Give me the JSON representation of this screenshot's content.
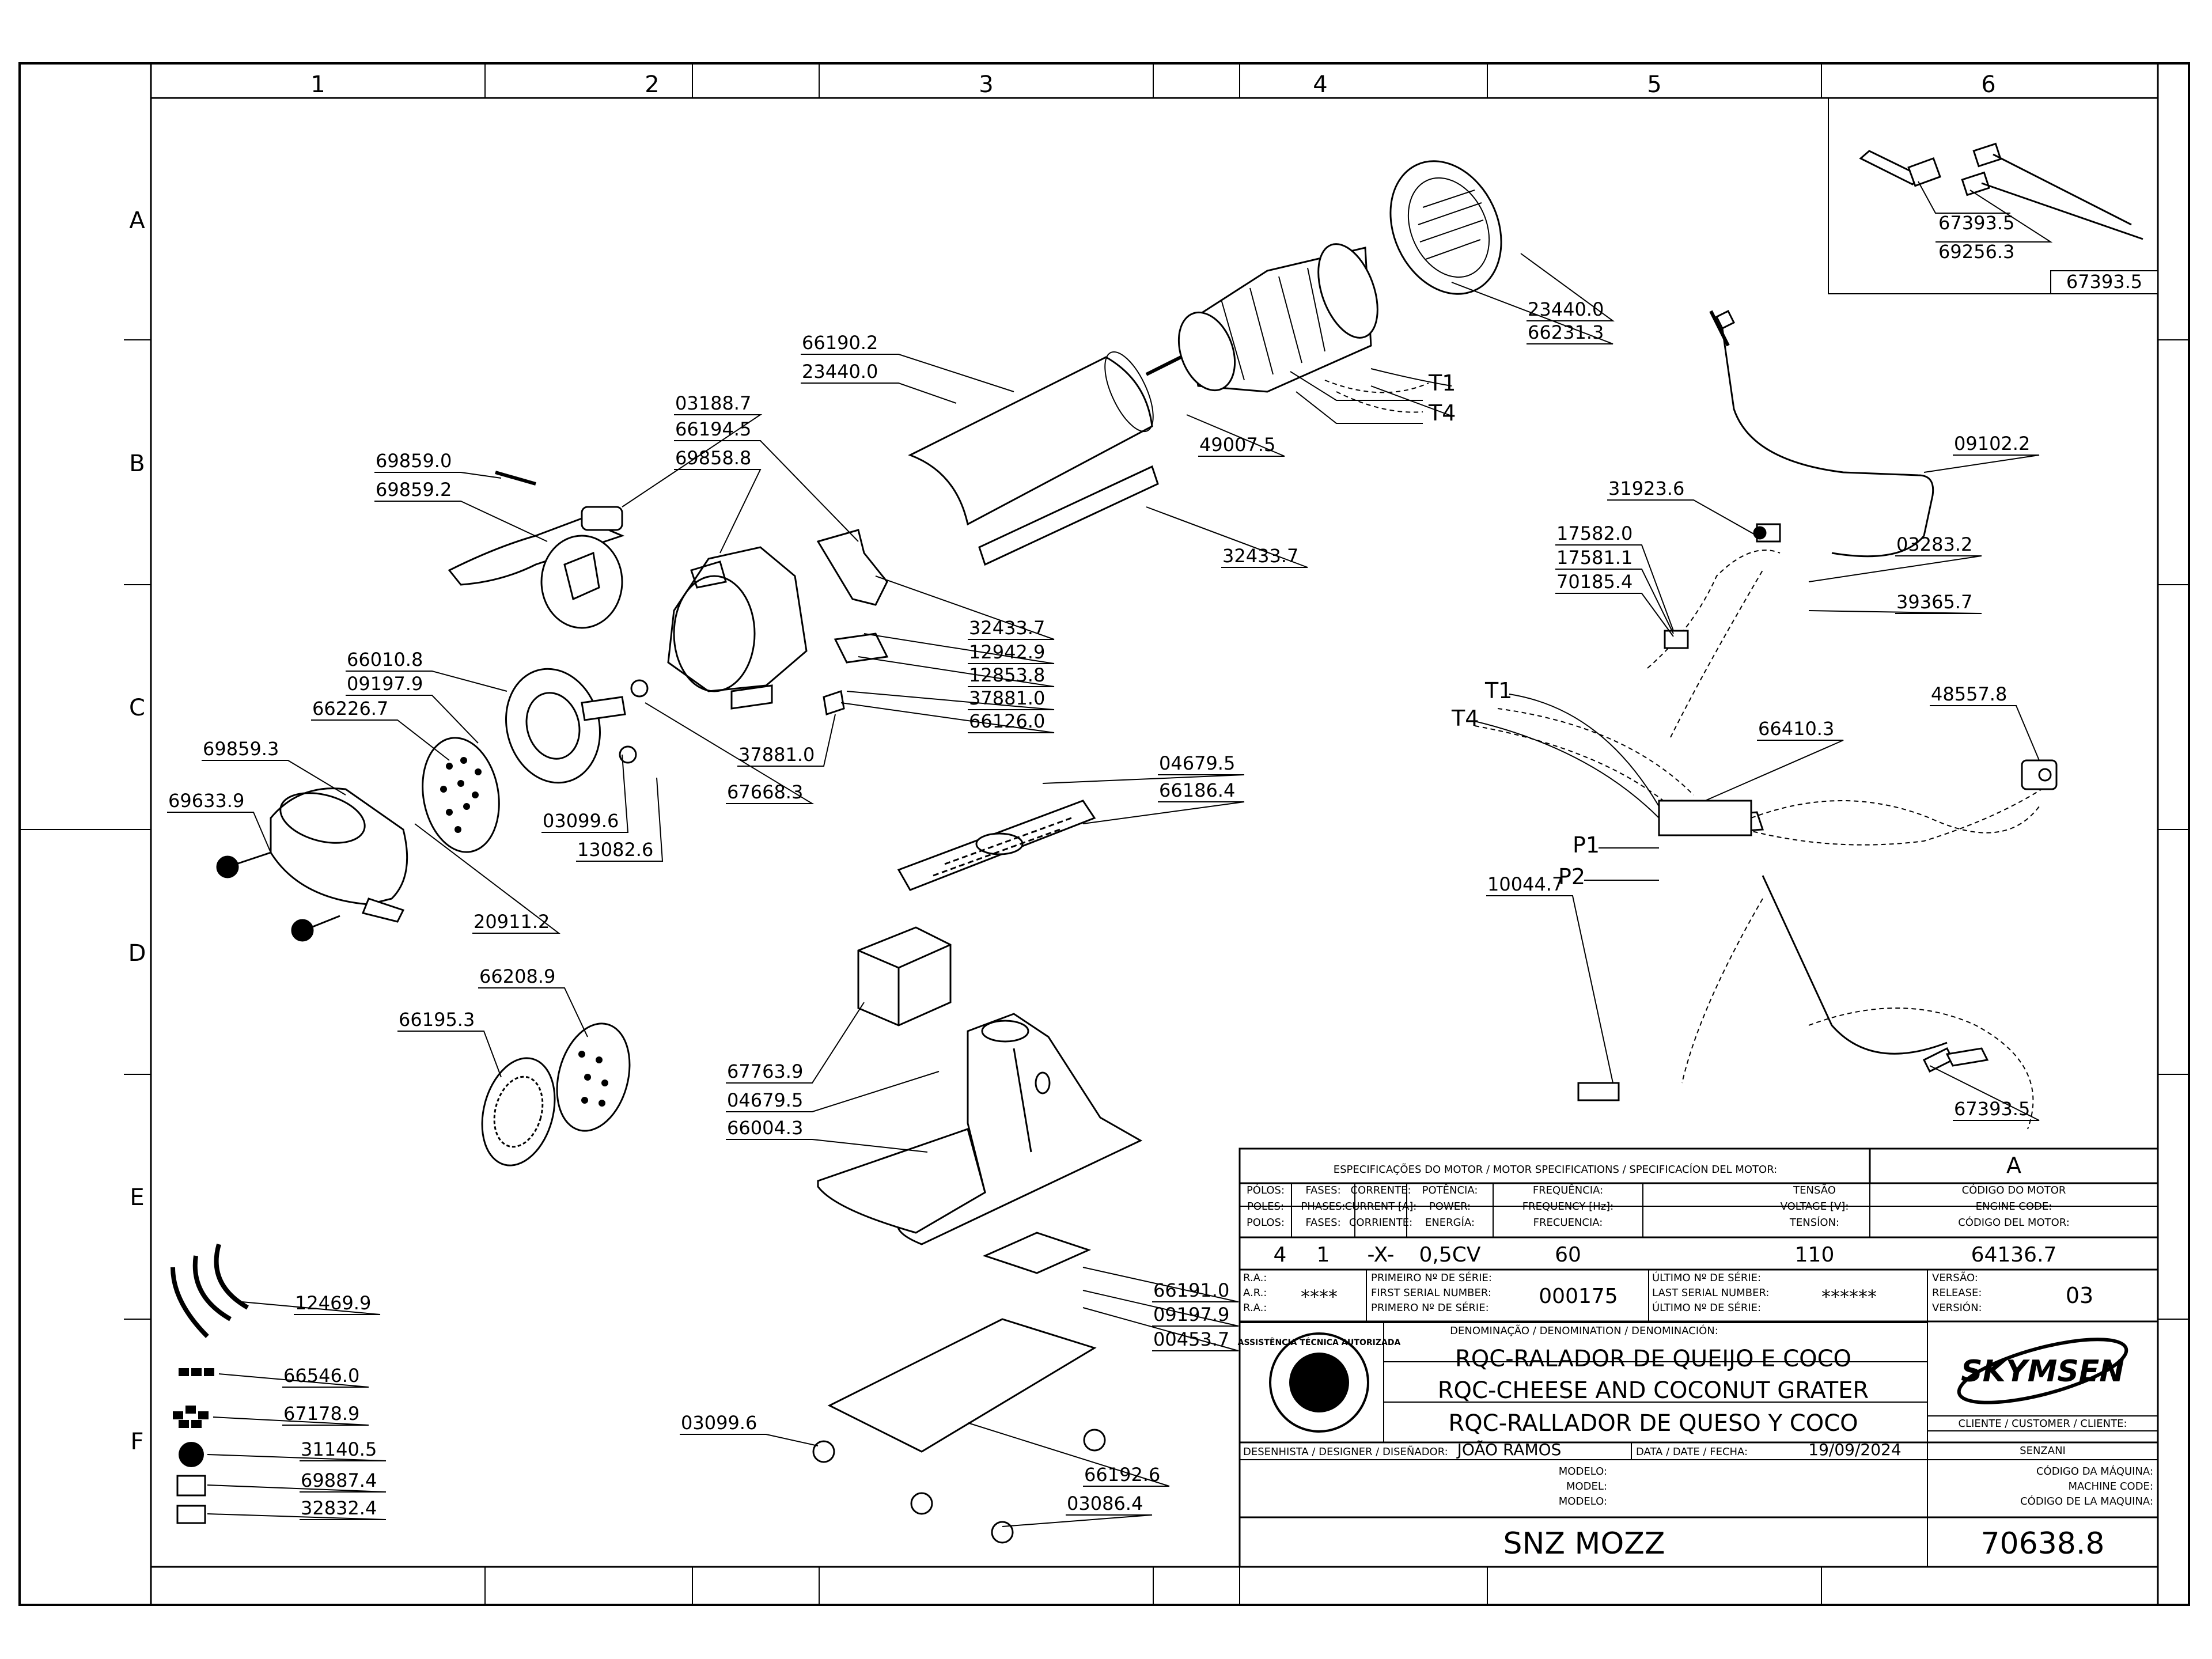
{
  "grid": {
    "columns": [
      "1",
      "2",
      "3",
      "4",
      "5",
      "6"
    ],
    "rows": [
      "A",
      "B",
      "C",
      "D",
      "E",
      "F"
    ]
  },
  "inset": {
    "parts": [
      "67393.5",
      "69256.3"
    ],
    "ref": "67393.5"
  },
  "parts": [
    {
      "id": "p01",
      "text": "66190.2"
    },
    {
      "id": "p02",
      "text": "23440.0"
    },
    {
      "id": "p03",
      "text": "03188.7"
    },
    {
      "id": "p04",
      "text": "66194.5"
    },
    {
      "id": "p05",
      "text": "69858.8"
    },
    {
      "id": "p06",
      "text": "69859.0"
    },
    {
      "id": "p07",
      "text": "69859.2"
    },
    {
      "id": "p08",
      "text": "32433.7"
    },
    {
      "id": "p09",
      "text": "32433.7"
    },
    {
      "id": "p10",
      "text": "12942.9"
    },
    {
      "id": "p11",
      "text": "12853.8"
    },
    {
      "id": "p12",
      "text": "37881.0"
    },
    {
      "id": "p13",
      "text": "66126.0"
    },
    {
      "id": "p14",
      "text": "37881.0"
    },
    {
      "id": "p15",
      "text": "67668.3"
    },
    {
      "id": "p16",
      "text": "66010.8"
    },
    {
      "id": "p17",
      "text": "09197.9"
    },
    {
      "id": "p18",
      "text": "66226.7"
    },
    {
      "id": "p19",
      "text": "69859.3"
    },
    {
      "id": "p20",
      "text": "69633.9"
    },
    {
      "id": "p21",
      "text": "03099.6"
    },
    {
      "id": "p22",
      "text": "13082.6"
    },
    {
      "id": "p23",
      "text": "20911.2"
    },
    {
      "id": "p24",
      "text": "23440.0"
    },
    {
      "id": "p25",
      "text": "66231.3"
    },
    {
      "id": "p26",
      "text": "T1"
    },
    {
      "id": "p27",
      "text": "T4"
    },
    {
      "id": "p28",
      "text": "49007.5"
    },
    {
      "id": "p29",
      "text": "04679.5"
    },
    {
      "id": "p30",
      "text": "66186.4"
    },
    {
      "id": "p31",
      "text": "66208.9"
    },
    {
      "id": "p32",
      "text": "66195.3"
    },
    {
      "id": "p33",
      "text": "67763.9"
    },
    {
      "id": "p34",
      "text": "04679.5"
    },
    {
      "id": "p35",
      "text": "66004.3"
    },
    {
      "id": "p36",
      "text": "66191.0"
    },
    {
      "id": "p37",
      "text": "09197.9"
    },
    {
      "id": "p38",
      "text": "00453.7"
    },
    {
      "id": "p39",
      "text": "03099.6"
    },
    {
      "id": "p40",
      "text": "66192.6"
    },
    {
      "id": "p41",
      "text": "03086.4"
    },
    {
      "id": "p42",
      "text": "12469.9"
    },
    {
      "id": "p43",
      "text": "66546.0"
    },
    {
      "id": "p44",
      "text": "67178.9"
    },
    {
      "id": "p45",
      "text": "31140.5"
    },
    {
      "id": "p46",
      "text": "69887.4"
    },
    {
      "id": "p47",
      "text": "32832.4"
    },
    {
      "id": "p48",
      "text": "09102.2"
    },
    {
      "id": "p49",
      "text": "31923.6"
    },
    {
      "id": "p50",
      "text": "17582.0"
    },
    {
      "id": "p51",
      "text": "17581.1"
    },
    {
      "id": "p52",
      "text": "70185.4"
    },
    {
      "id": "p53",
      "text": "03283.2"
    },
    {
      "id": "p54",
      "text": "39365.7"
    },
    {
      "id": "p55",
      "text": "48557.8"
    },
    {
      "id": "p56",
      "text": "T1"
    },
    {
      "id": "p57",
      "text": "T4"
    },
    {
      "id": "p58",
      "text": "66410.3"
    },
    {
      "id": "p59",
      "text": "P1"
    },
    {
      "id": "p60",
      "text": "P2"
    },
    {
      "id": "p61",
      "text": "10044.7"
    },
    {
      "id": "p62",
      "text": "67393.5"
    }
  ],
  "title_block": {
    "revision": "A",
    "motor_spec_header": "ESPECIFICAÇÕES DO MOTOR / MOTOR SPECIFICATIONS / SPECIFICACÍON DEL MOTOR:",
    "motor_headers": [
      [
        "PÓLOS:",
        "POLES:",
        "POLOS:"
      ],
      [
        "FASES:",
        "PHASES:",
        "FASES:"
      ],
      [
        "CORRENTE:",
        "CURRENT [A]:",
        "CORRIENTE:"
      ],
      [
        "POTÊNCIA:",
        "POWER:",
        "ENERGÍA:"
      ],
      [
        "FREQUÊNCIA:",
        "FREQUENCY [Hz]:",
        "FRECUENCIA:"
      ],
      [
        "TENSÃO",
        "VOLTAGE [V]:",
        "TENSÍON:"
      ],
      [
        "CÓDIGO DO MOTOR",
        "ENGINE CODE:",
        "CÓDIGO DEL MOTOR:"
      ]
    ],
    "motor_values": [
      "4",
      "1",
      "-X-",
      "0,5CV",
      "60",
      "110",
      "64136.7"
    ],
    "ra_labels": [
      "R.A.:",
      "A.R.:",
      "R.A.:"
    ],
    "ra_value": "****",
    "first_serial_labels": [
      "PRIMEIRO Nº DE SÉRIE:",
      "FIRST SERIAL NUMBER:",
      "PRIMERO Nº DE SÉRIE:"
    ],
    "first_serial": "000175",
    "last_serial_labels": [
      "ÚLTIMO Nº DE SÉRIE:",
      "LAST SERIAL NUMBER:",
      "ÚLTIMO Nº DE SÉRIE:"
    ],
    "last_serial": "******",
    "version_labels": [
      "VERSÃO:",
      "RELEASE:",
      "VERSIÓN:"
    ],
    "version": "03",
    "denomination_header": "DENOMINAÇÃO / DENOMINATION / DENOMINACIÓN:",
    "denominations": [
      "RQC-RALADOR DE QUEIJO E COCO",
      "RQC-CHEESE AND COCONUT GRATER",
      "RQC-RALLADOR DE QUESO Y COCO"
    ],
    "logo_brand": "SKYMSEN",
    "seal_text": "ASSISTÊNCIA TÉCNICA AUTORIZADA",
    "client_label": "CLIENTE / CUSTOMER / CLIENTE:",
    "client": "SENZANI",
    "designer_label": "DESENHISTA / DESIGNER / DISEÑADOR:",
    "designer": "JOÃO RAMOS",
    "date_label": "DATA / DATE / FECHA:",
    "date": "19/09/2024",
    "model_labels": [
      "MODELO:",
      "MODEL:",
      "MODELO:"
    ],
    "machine_code_labels": [
      "CÓDIGO DA MÁQUINA:",
      "MACHINE CODE:",
      "CÓDIGO DE LA MAQUINA:"
    ],
    "model": "SNZ MOZZ",
    "machine_code": "70638.8"
  }
}
